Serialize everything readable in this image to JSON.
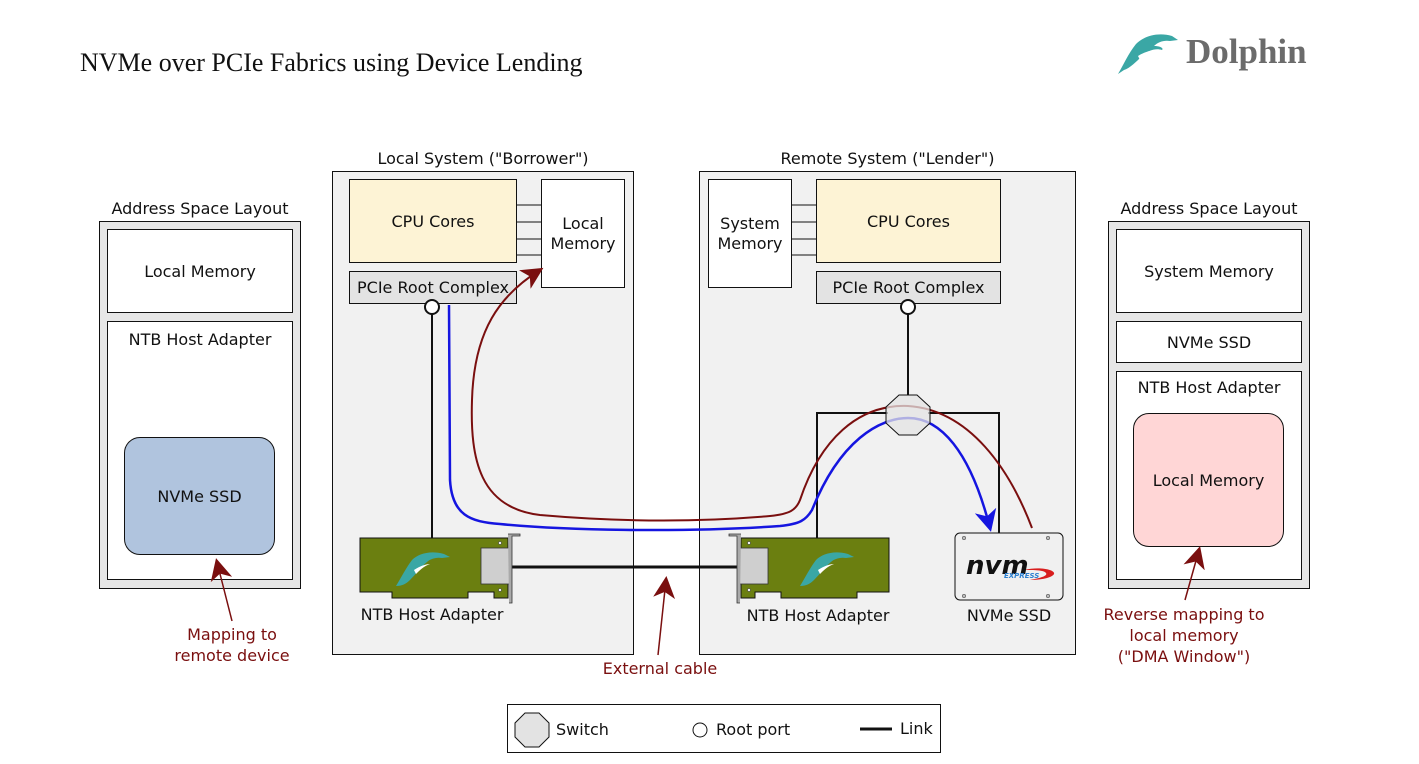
{
  "header": {
    "title": "NVMe over PCIe Fabrics using Device Lending",
    "logo_text": "Dolphin",
    "logo_icon": "dolphin-icon"
  },
  "colors": {
    "mapping_arrow": "#7a0f0f",
    "dma_path": "#1515e0",
    "cpu_fill": "#fdf3d5",
    "root_complex_fill": "#e3e3e3",
    "nvme_mapping_fill": "#b0c4de",
    "local_memory_mapping_fill": "#ffd6d6",
    "adapter_board": "#6b7f10",
    "dolphin_teal": "#3aa7a5"
  },
  "left_address_space": {
    "title": "Address Space Layout",
    "sections": [
      {
        "label": "Local Memory"
      },
      {
        "label": "NTB Host Adapter",
        "mapped_region": "NVMe SSD"
      }
    ],
    "annotation": [
      "Mapping to",
      "remote device"
    ]
  },
  "local_system": {
    "title": "Local System (\"Borrower\")",
    "cpu": "CPU Cores",
    "memory": [
      "Local",
      "Memory"
    ],
    "root_complex": "PCIe Root Complex",
    "adapter": "NTB Host Adapter"
  },
  "remote_system": {
    "title": "Remote System (\"Lender\")",
    "cpu": "CPU Cores",
    "memory": [
      "System",
      "Memory"
    ],
    "root_complex": "PCIe Root Complex",
    "adapter": "NTB Host Adapter",
    "ssd": "NVMe SSD",
    "ssd_logo": "nvm",
    "ssd_logo_sub": "EXPRESS"
  },
  "cable_annotation": "External cable",
  "right_address_space": {
    "title": "Address Space Layout",
    "sections": [
      {
        "label": "System Memory"
      },
      {
        "label": "NVMe SSD"
      },
      {
        "label": "NTB Host Adapter",
        "mapped_region": "Local Memory"
      }
    ],
    "annotation": [
      "Reverse mapping to",
      "local memory",
      "(\"DMA Window\")"
    ]
  },
  "legend": {
    "items": [
      {
        "icon": "switch-octagon-icon",
        "label": "Switch"
      },
      {
        "icon": "root-port-circle-icon",
        "label": "Root port"
      },
      {
        "icon": "link-line-icon",
        "label": "Link"
      }
    ]
  }
}
